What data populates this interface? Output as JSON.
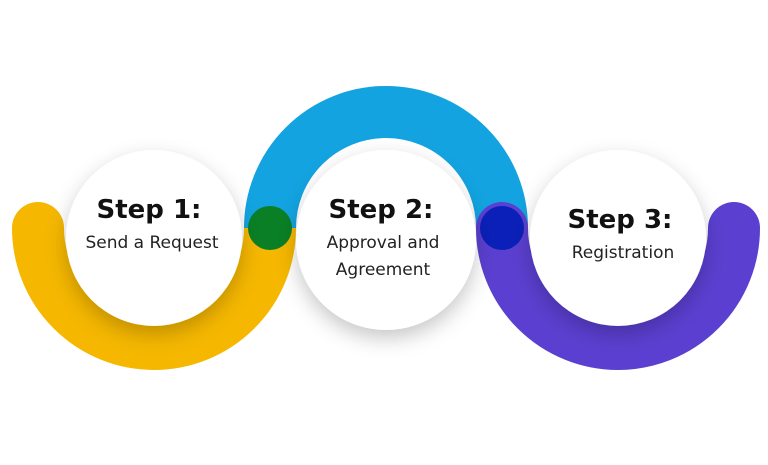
{
  "colors": {
    "arc1": "#f5b700",
    "arc2": "#12a3e0",
    "arc3": "#5b3fd0",
    "joint1": "#0a7f26",
    "joint2": "#0a20b8",
    "circle_fill": "#ffffff"
  },
  "steps": [
    {
      "title": "Step 1:",
      "desc": [
        "Send a Request"
      ]
    },
    {
      "title": "Step 2:",
      "desc": [
        "Approval and",
        "Agreement"
      ]
    },
    {
      "title": "Step 3:",
      "desc": [
        "Registration"
      ]
    }
  ]
}
